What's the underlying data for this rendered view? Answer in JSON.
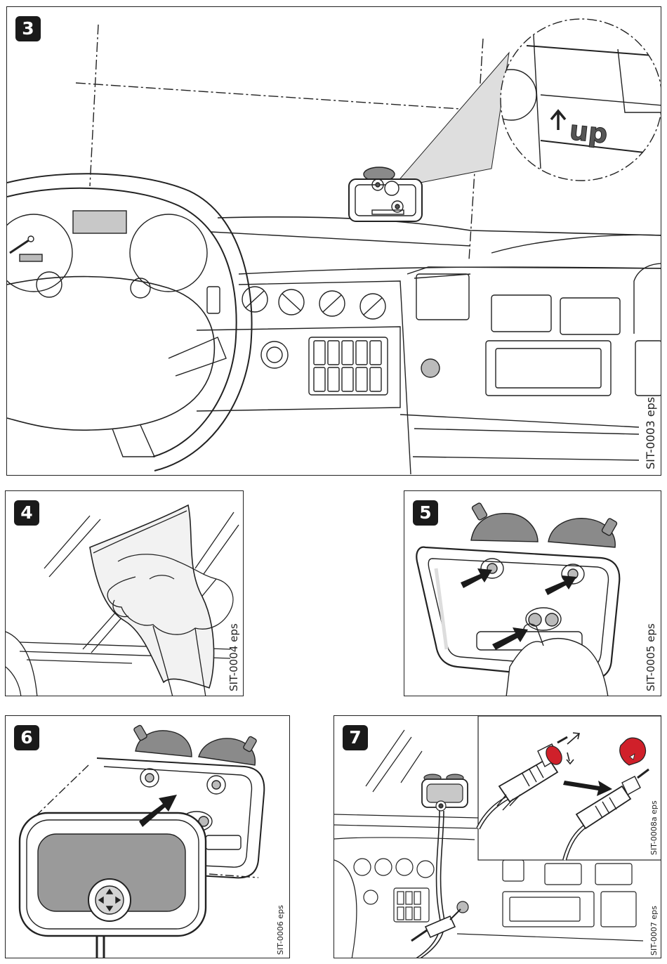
{
  "panels": [
    {
      "step": "3",
      "code": "SIT-0003 eps",
      "callout": "up"
    },
    {
      "step": "4",
      "code": "SIT-0004 eps"
    },
    {
      "step": "5",
      "code": "SIT-0005 eps"
    },
    {
      "step": "6",
      "code": "SIT-0006 eps"
    },
    {
      "step": "7",
      "code": "SIT-0007 eps",
      "inset_code": "SIT-0008a eps"
    }
  ],
  "colors": {
    "line": "#222222",
    "screen_gray": "#9a9a9a",
    "plug_red": "#d0202a",
    "cup_gray": "#8a8a8a"
  }
}
